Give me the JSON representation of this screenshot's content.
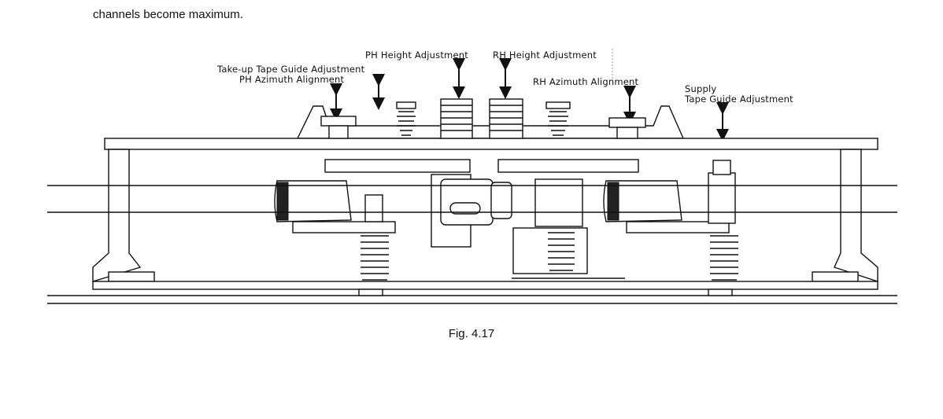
{
  "intro_text": "channels become maximum.",
  "figure": {
    "caption": "Fig. 4.17",
    "labels": {
      "takeup_guide": "Take-up Tape Guide  Adjustment",
      "ph_azimuth": "PH Azimuth Alignment",
      "ph_height": "PH Height Adjustment",
      "rh_height": "RH Height Adjustment",
      "rh_azimuth": "RH Azimuth Alignment",
      "supply_1": "Supply",
      "supply_2": "Tape Guide  Adjustment"
    }
  }
}
